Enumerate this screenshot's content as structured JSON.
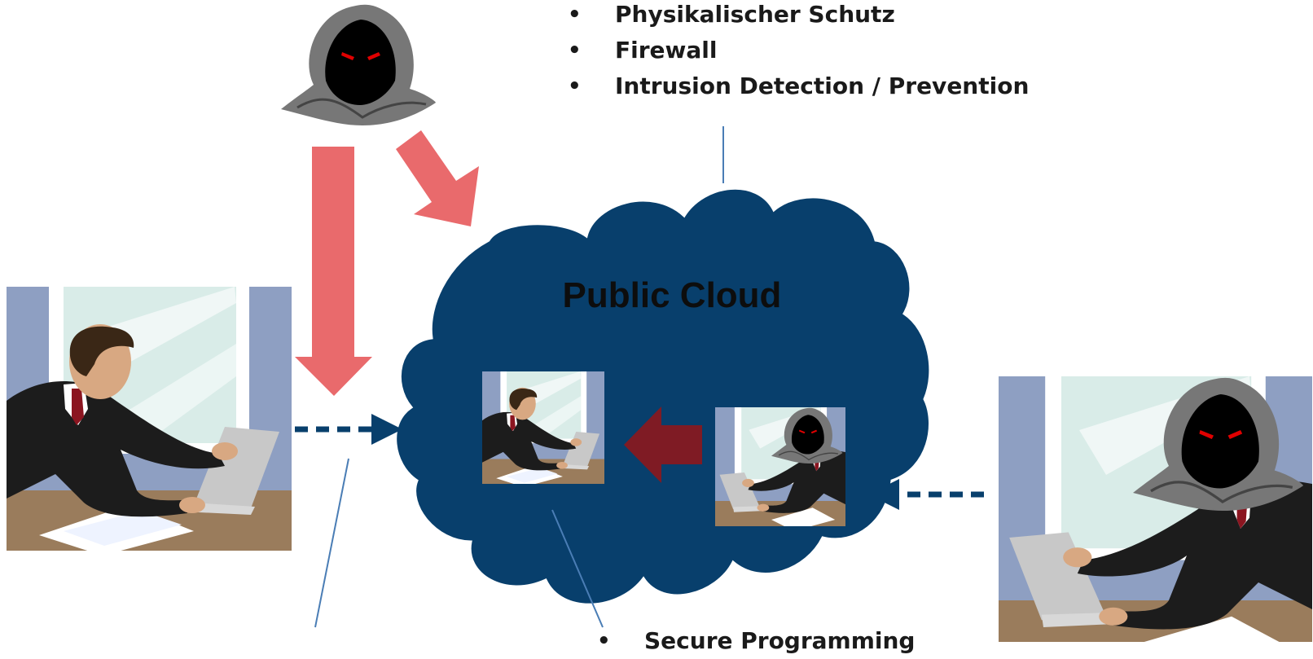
{
  "diagram": {
    "cloud_label": "Public Cloud",
    "top_list": [
      "Physikalischer Schutz",
      "Firewall",
      "Intrusion Detection / Prevention"
    ],
    "bottom_list": [
      "Secure Programming"
    ],
    "colors": {
      "cloud": "#083f6c",
      "attack_arrow": "#e96a6c",
      "dark_red_arrow": "#7f1b24",
      "dashed_arrow": "#083f6c",
      "callout_line": "#4a7db5"
    },
    "icons": [
      "hooded-hacker-icon",
      "businessman-at-laptop-icon",
      "hooded-hacker-at-laptop-icon"
    ]
  }
}
